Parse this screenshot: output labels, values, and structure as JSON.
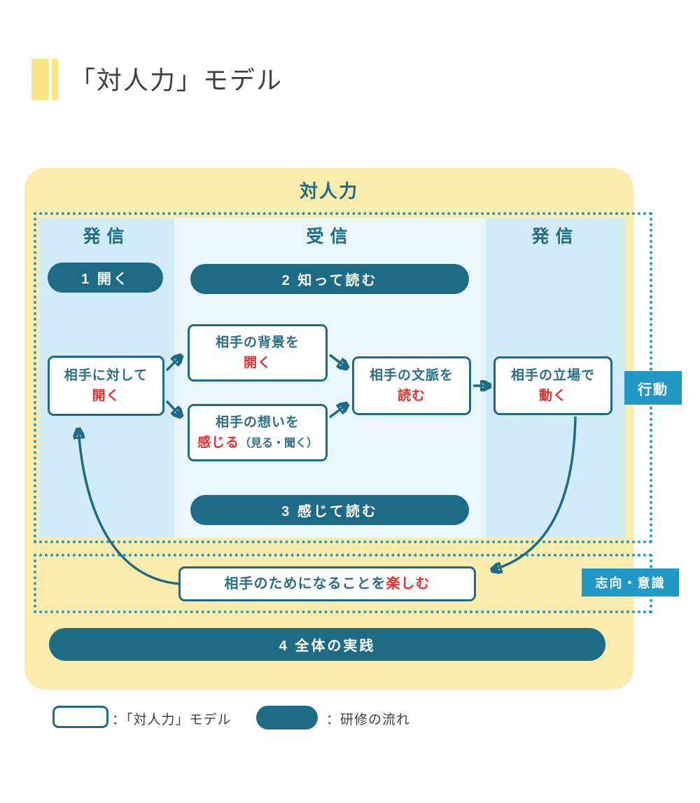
{
  "page": {
    "title": "「対人力」モデル"
  },
  "diagram": {
    "container_label": "対人力",
    "columns": [
      {
        "label": "発 信"
      },
      {
        "label": "受 信"
      },
      {
        "label": "発 信"
      }
    ],
    "pills": [
      {
        "label": "1 開く"
      },
      {
        "label": "2 知って読む"
      },
      {
        "label": "3 感じて読む"
      },
      {
        "label": "4 全体の実践"
      }
    ],
    "boxes": {
      "open": {
        "line1": "相手に対して",
        "line2_red": "開く"
      },
      "background": {
        "line1": "相手の背景を",
        "line2_red": "開く"
      },
      "feeling": {
        "line1": "相手の想いを",
        "line2_red": "感じる",
        "line2_suffix": "（見る・聞く）"
      },
      "context": {
        "line1": "相手の文脈を",
        "line2_red": "読む"
      },
      "stance": {
        "line1": "相手の立場で",
        "line2_red": "動く"
      },
      "enjoy": {
        "prefix": "相手のためになることを",
        "red": "楽しむ"
      }
    },
    "tags": {
      "action": {
        "label": "行動"
      },
      "mind": {
        "label": "志向・意識"
      }
    }
  },
  "legend": {
    "model_label": "：「対人力」モデル",
    "flow_label": "：研修の流れ"
  },
  "colors": {
    "panel_yellow": "#FBECAE",
    "accent_yellow": "#F8E385",
    "teal_dark": "#1D6B85",
    "tag_blue": "#2199C6",
    "column_blue_dark": "#D2EBF8",
    "column_blue_light": "#E9F6FC",
    "red_text": "#E1302D",
    "title_text": "#3E3E3E"
  }
}
